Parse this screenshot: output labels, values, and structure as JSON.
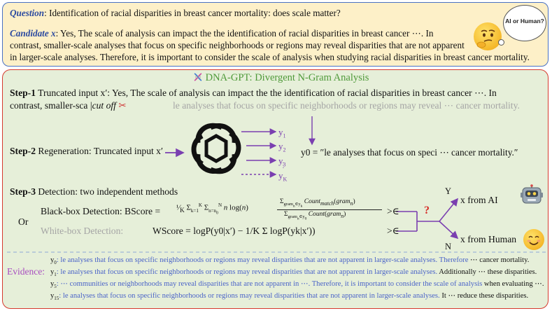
{
  "question": {
    "label": "Question",
    "text": ": Identification of racial disparities in breast cancer mortality: does scale matter?"
  },
  "candidate": {
    "label": "Candidate x",
    "line1": ": Yes, The scale of analysis can impact the the identification of racial disparities in breast cancer ⋯. In",
    "line2": "contrast, smaller-scale analyses that focus on specific neighborhoods or regions may reveal disparities that are not apparent",
    "line3": "in larger-scale analyses. Therefore, it is important to consider the scale of analysis when studying racial disparities in breast cancer mortality."
  },
  "bubble_text": "AI or Human?",
  "title": "DNA-GPT: Divergent N-Gram Analysis",
  "step1": {
    "label": "Step-1",
    "text": " Truncated input x′: Yes, The scale of analysis can impact the the identification of racial disparities in breast cancer ⋯. In",
    "line2_a": "contrast, smaller-sca |",
    "cut": "cut off",
    "line2_grey": "le analyses that focus on specific neighborhoods or regions may reveal ⋯ cancer mortality."
  },
  "step2": {
    "label": "Step-2",
    "text": " Regeneration: Truncated input x′",
    "y_labels": [
      "y1",
      "y2",
      "y3",
      "yK"
    ],
    "y0_text": "y0 = ″le analyses that focus on speci  ⋯  cancer mortality.″"
  },
  "step3": {
    "label": "Step-3",
    "text": " Detection: two independent methods",
    "black_label": "Black-box Detection: BScore = ",
    "white_label": "White-box Detection: ",
    "white_formula": "WScore = logP(y0|x′) − 1/K Σ logP(yk|x′))",
    "or": "Or",
    "gt": ">∈",
    "question_mark": "?",
    "yes": "Y",
    "no": "N",
    "from_ai": "x from AI",
    "from_human": "x from Human"
  },
  "evidence": {
    "label": "Evidence:",
    "rows": [
      {
        "sym": "y0",
        "blue": ": le analyses that focus on specific neighborhoods or regions may reveal disparities that are not apparent in larger-scale analyses. Therefore",
        "black": " ⋯ cancer mortality."
      },
      {
        "sym": "y1",
        "blue": ": le analyses that focus on specific neighborhoods or regions may reveal disparities that are not apparent in larger-scale analyses.",
        "black": " Additionally ⋯ these disparities."
      },
      {
        "sym": "y5",
        "blue": ": ⋯ communities or neighborhoods may reveal disparities that are not apparent in ⋯. Therefore, it is important to consider the scale of analysis",
        "black": " when evaluating ⋯."
      },
      {
        "sym": "y15",
        "blue": ": le analyses that focus on specific neighborhoods or regions may reveal disparities that are not apparent in larger-scale analyses.",
        "black": " It ⋯ reduce these disparities."
      }
    ]
  }
}
